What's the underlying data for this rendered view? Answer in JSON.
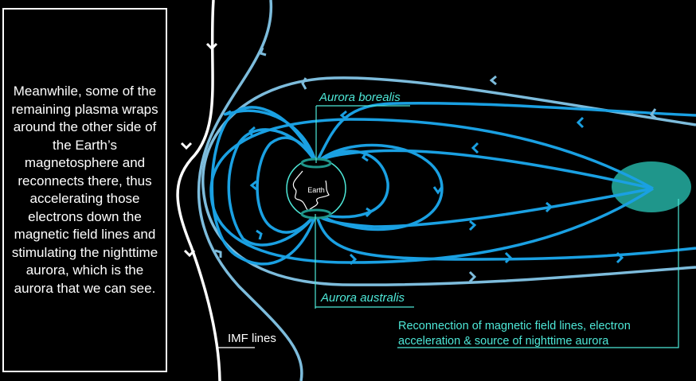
{
  "narration": "Meanwhile, some of the remaining plasma wraps around the other side of the Earth’s magnetosphere and reconnects there, thus accelerating those electrons down the magnetic field lines and stimulating the nighttime aurora, which is the aurora that we can see.",
  "labels": {
    "aurora_borealis": "Aurora borealis",
    "aurora_australis": "Aurora australis",
    "earth": "Earth",
    "imf_lines": "IMF lines",
    "reconnection": "Reconnection of magnetic field lines, electron acceleration & source of nighttime aurora"
  },
  "colors": {
    "field_line": "#1aa0e2",
    "outer_line": "#7dbcdc",
    "imf_line": "#ffffff",
    "label": "#4ee8d8",
    "reconnection_zone": "#1f968b"
  }
}
